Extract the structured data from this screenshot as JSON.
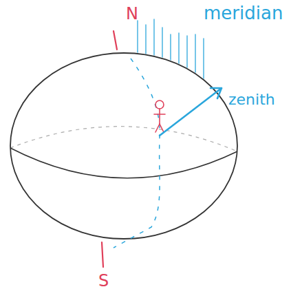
{
  "diagram": {
    "labels": [
      "N",
      "meridian",
      "zenith",
      "S"
    ]
  }
}
